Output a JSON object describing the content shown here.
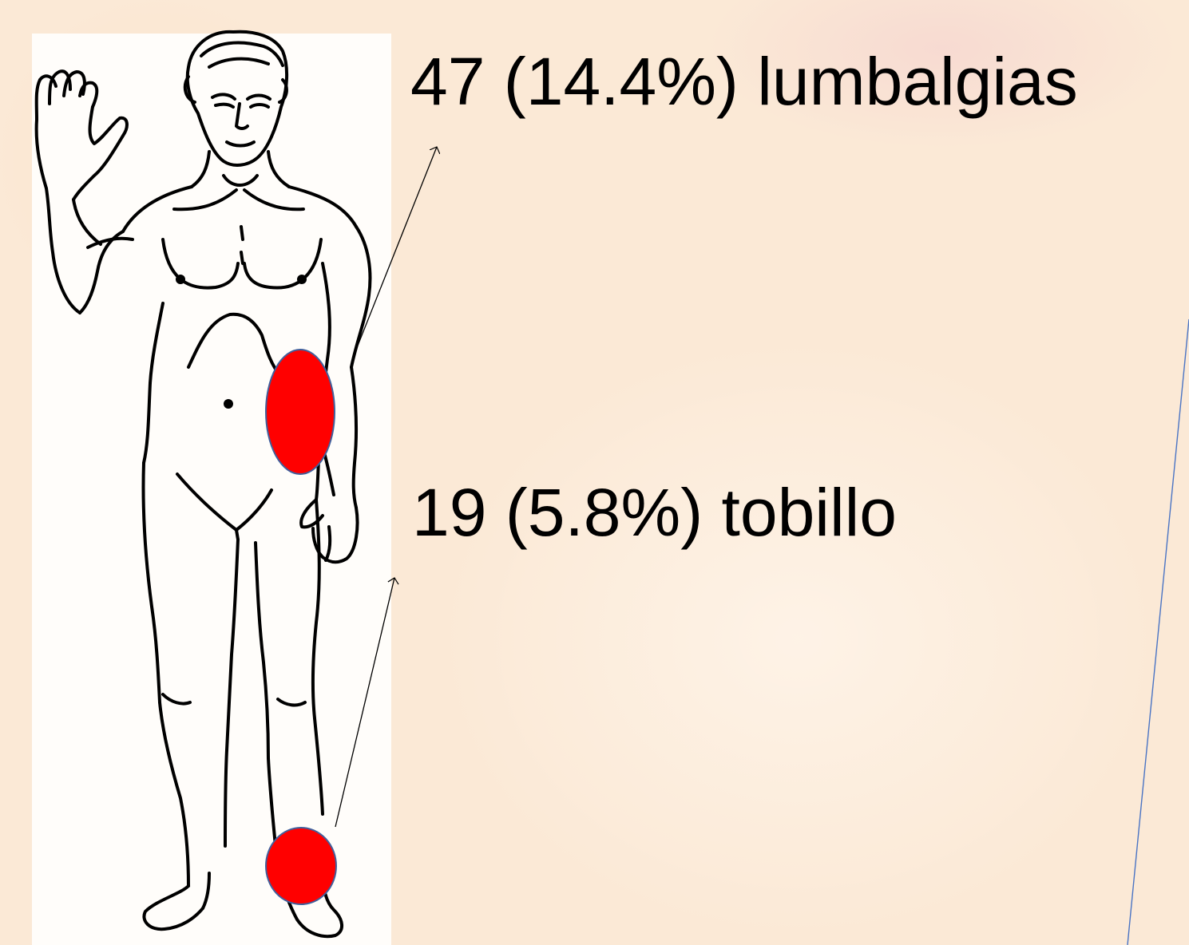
{
  "annotations": [
    {
      "id": "lumbar",
      "text": "47 (14.4%) lumbalgias"
    },
    {
      "id": "ankle",
      "text": "19 (5.8%) tobillo"
    }
  ],
  "colors": {
    "marker_fill": "#ff0000",
    "marker_stroke": "#41609c",
    "arrow": "#000000",
    "divider_line": "#4a74c4",
    "background": "#fbe9d6"
  },
  "figure": {
    "icon": "human-body-front-outline-icon",
    "markers": [
      "lumbar-marker",
      "ankle-marker"
    ]
  }
}
